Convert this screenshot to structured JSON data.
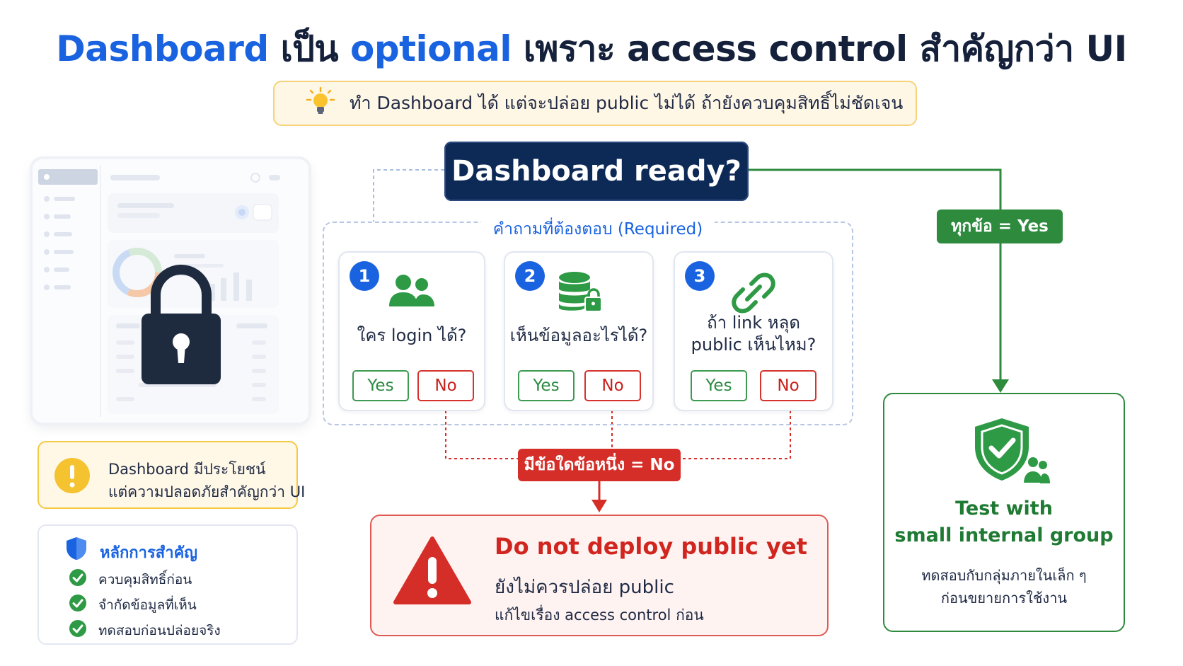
{
  "title": {
    "part1": "Dashboard",
    "part2": " เป็น ",
    "part3": "optional",
    "part4": " เพราะ access control สำคัญกว่า UI"
  },
  "tip": {
    "icon": "lightbulb-icon",
    "text": "ทำ Dashboard ได้ แต่จะปล่อย public ไม่ได้ ถ้ายังควบคุมสิทธิ์ไม่ชัดเจน"
  },
  "warning": {
    "icon": "exclamation-icon",
    "line1": "Dashboard มีประโยชน์",
    "line2": "แต่ความปลอดภัยสำคัญกว่า UI"
  },
  "principles": {
    "icon": "shield-icon",
    "heading": "หลักการสำคัญ",
    "items": [
      "ควบคุมสิทธิ์ก่อน",
      "จำกัดข้อมูลที่เห็น",
      "ทดสอบก่อนปล่อยจริง"
    ]
  },
  "question": {
    "label": "Dashboard ready?"
  },
  "required": {
    "label": "คำถามที่ต้องตอบ (Required)",
    "questions": [
      {
        "number": "1",
        "icon": "users-icon",
        "line1": "ใคร login ได้?",
        "line2": "",
        "yes": "Yes",
        "no": "No"
      },
      {
        "number": "2",
        "icon": "database-lock-icon",
        "line1": "เห็นข้อมูลอะไรได้?",
        "line2": "",
        "yes": "Yes",
        "no": "No"
      },
      {
        "number": "3",
        "icon": "link-icon",
        "line1": "ถ้า link หลุด",
        "line2": "public เห็นไหม?",
        "yes": "Yes",
        "no": "No"
      }
    ]
  },
  "all_yes_label": "ทุกข้อ = Yes",
  "any_no_label": "มีข้อใดข้อหนึ่ง = No",
  "deny": {
    "icon": "warning-triangle-icon",
    "heading": "Do not deploy public yet",
    "sub1": "ยังไม่ควรปล่อย public",
    "sub2": "แก้ไขเรื่อง access control ก่อน"
  },
  "allow": {
    "icon": "shield-check-users-icon",
    "heading1": "Test with",
    "heading2": "small internal group",
    "desc1": "ทดสอบกับกลุ่มภายในเล็ก ๆ",
    "desc2": "ก่อนขยายการใช้งาน"
  },
  "colors": {
    "navy": "#0d2a57",
    "blue": "#1a63e0",
    "green": "#2e8b3e",
    "red": "#d52e28",
    "amber": "#f5c842"
  }
}
